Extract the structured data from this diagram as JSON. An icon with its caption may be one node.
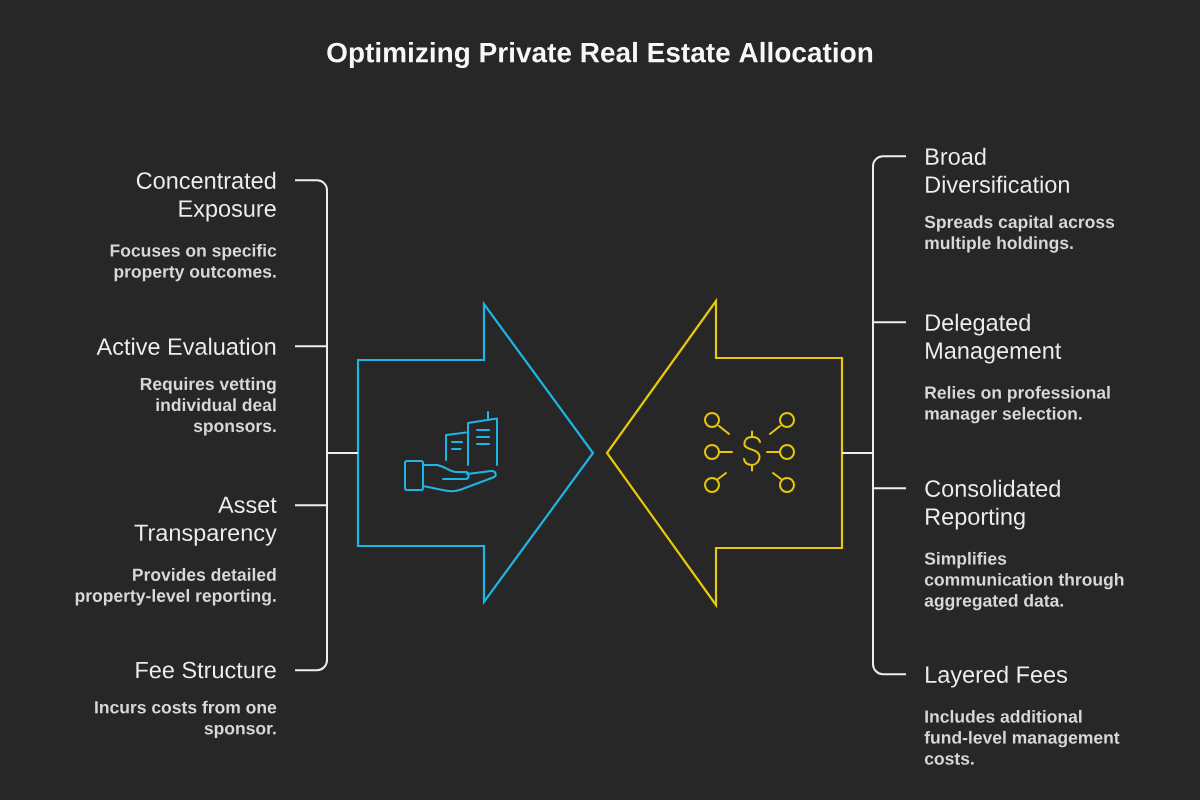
{
  "diagram": {
    "title": "Optimizing Private Real Estate Allocation",
    "nodes": [
      {
        "text": [
          "Concentrated Exposure",
          "Focuses on specific property outcomes."
        ]
      },
      {
        "text": [
          "Active Evaluation",
          "Requires vetting individual deal sponsors."
        ]
      },
      {
        "text": [
          "Asset Transparency",
          "Provides detailed property-level reporting."
        ]
      },
      {
        "text": [
          "Fee Structure",
          "Incurs costs from one sponsor."
        ]
      },
      {
        "text": [],
        "shape": "arrow"
      },
      {
        "text": [],
        "shape": "arrow"
      },
      {
        "text": [
          "Broad Diversification",
          "Spreads capital across multiple holdings."
        ]
      },
      {
        "text": [
          "Delegated Management",
          "Relies on professional manager selection."
        ]
      },
      {
        "text": [
          "Consolidated Reporting",
          "Simplifies communication through aggregated data."
        ]
      },
      {
        "text": [
          "Layered Fees",
          "Includes additional fund-level management costs."
        ]
      }
    ],
    "edges": [
      {
        "from": 0,
        "to": 4,
        "arrow": "none"
      },
      {
        "from": 1,
        "to": 4,
        "arrow": "none"
      },
      {
        "from": 2,
        "to": 4,
        "arrow": "none"
      },
      {
        "from": 3,
        "to": 4,
        "arrow": "none"
      },
      {
        "from": 6,
        "to": 5,
        "arrow": "none"
      },
      {
        "from": 7,
        "to": 5,
        "arrow": "none"
      },
      {
        "from": 8,
        "to": 5,
        "arrow": "none"
      },
      {
        "from": 9,
        "to": 5,
        "arrow": "none"
      }
    ]
  }
}
